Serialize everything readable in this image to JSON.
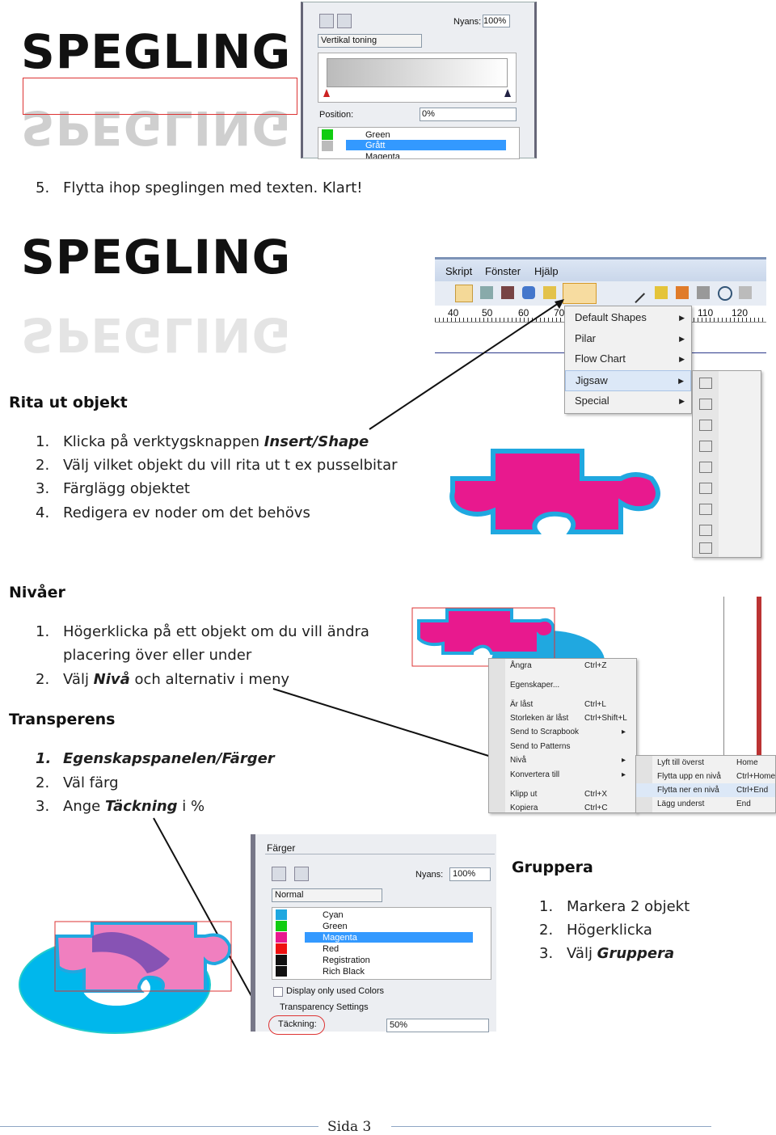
{
  "colors": {
    "pink": "#e8198e",
    "cyan": "#20a8e0",
    "violet": "#7b4fb3",
    "lightpink": "#f07fbf",
    "cyanblue": "#00b7ec"
  },
  "logo": {
    "text": "SPEGLING"
  },
  "panel1": {
    "nyans_label": "Nyans:",
    "nyans_value": "100%",
    "dropdown": "Vertikal toning",
    "position_label": "Position:",
    "position_value": "0%",
    "colors": [
      "Green",
      "Grått",
      "Magenta"
    ]
  },
  "step5": {
    "num": "5.",
    "text": "Flytta ihop speglingen med texten. Klart!"
  },
  "rita": {
    "heading": "Rita ut objekt",
    "items": [
      {
        "num": "1.",
        "pre": "Klicka på verktygsknappen ",
        "em": "Insert/Shape",
        "post": ""
      },
      {
        "num": "2.",
        "pre": "Välj vilket objekt du vill rita ut t ex pusselbitar",
        "em": "",
        "post": ""
      },
      {
        "num": "3.",
        "pre": "Färglägg objektet",
        "em": "",
        "post": ""
      },
      {
        "num": "4.",
        "pre": "Redigera ev noder om det behövs",
        "em": "",
        "post": ""
      }
    ]
  },
  "shape_ui": {
    "menubar": [
      "Skript",
      "Fönster",
      "Hjälp"
    ],
    "ruler": [
      "40",
      "50",
      "60",
      "70",
      "110",
      "120"
    ],
    "menu": [
      "Default Shapes",
      "Pilar",
      "Flow Chart",
      "Jigsaw",
      "Special"
    ]
  },
  "nivaer": {
    "heading": "Nivåer",
    "items": [
      {
        "num": "1.",
        "line1": "Högerklicka på ett objekt om du vill ändra",
        "line2": "placering över eller under"
      },
      {
        "num": "2.",
        "pre": "Välj ",
        "em": "Nivå",
        "post": " och alternativ i meny"
      }
    ]
  },
  "context": {
    "items": [
      {
        "label": "Ångra",
        "key": "Ctrl+Z"
      },
      {
        "label": "Egenskaper...",
        "key": ""
      },
      {
        "label": "Är låst",
        "key": "Ctrl+L"
      },
      {
        "label": "Storleken är låst",
        "key": "Ctrl+Shift+L"
      },
      {
        "label": "Send to Scrapbook",
        "key": "▸"
      },
      {
        "label": "Send to Patterns",
        "key": ""
      },
      {
        "label": "Nivå",
        "key": "▸"
      },
      {
        "label": "Konvertera till",
        "key": "▸"
      },
      {
        "label": "Klipp ut",
        "key": "Ctrl+X"
      },
      {
        "label": "Kopiera",
        "key": "Ctrl+C"
      }
    ],
    "sub": [
      {
        "label": "Lyft till överst",
        "key": "Home"
      },
      {
        "label": "Flytta upp en nivå",
        "key": "Ctrl+Home"
      },
      {
        "label": "Flytta ner en nivå",
        "key": "Ctrl+End"
      },
      {
        "label": "Lägg underst",
        "key": "End"
      }
    ]
  },
  "trans": {
    "heading": "Transperens",
    "items": [
      {
        "num": "1.",
        "pre": "",
        "em": "Egenskapspanelen/Färger",
        "post": "",
        "allbold": true
      },
      {
        "num": "2.",
        "pre": "Väl färg",
        "em": "",
        "post": ""
      },
      {
        "num": "3.",
        "pre": "Ange ",
        "em": "Täckning",
        "post": " i %"
      }
    ]
  },
  "panel2": {
    "title": "Färger",
    "nyans_label": "Nyans:",
    "nyans_value": "100%",
    "dropdown": "Normal",
    "colors": [
      "Cyan",
      "Green",
      "Magenta",
      "Red",
      "Registration",
      "Rich Black"
    ],
    "checkbox": "Display only used Colors",
    "group": "Transparency Settings",
    "tackning_label": "Täckning:",
    "tackning_value": "50%"
  },
  "gruppera": {
    "heading": "Gruppera",
    "items": [
      {
        "num": "1.",
        "pre": "Markera 2 objekt",
        "em": "",
        "post": ""
      },
      {
        "num": "2.",
        "pre": "Högerklicka",
        "em": "",
        "post": ""
      },
      {
        "num": "3.",
        "pre": "Välj ",
        "em": "Gruppera",
        "post": ""
      }
    ]
  },
  "footer": {
    "page": "Sida 3"
  }
}
